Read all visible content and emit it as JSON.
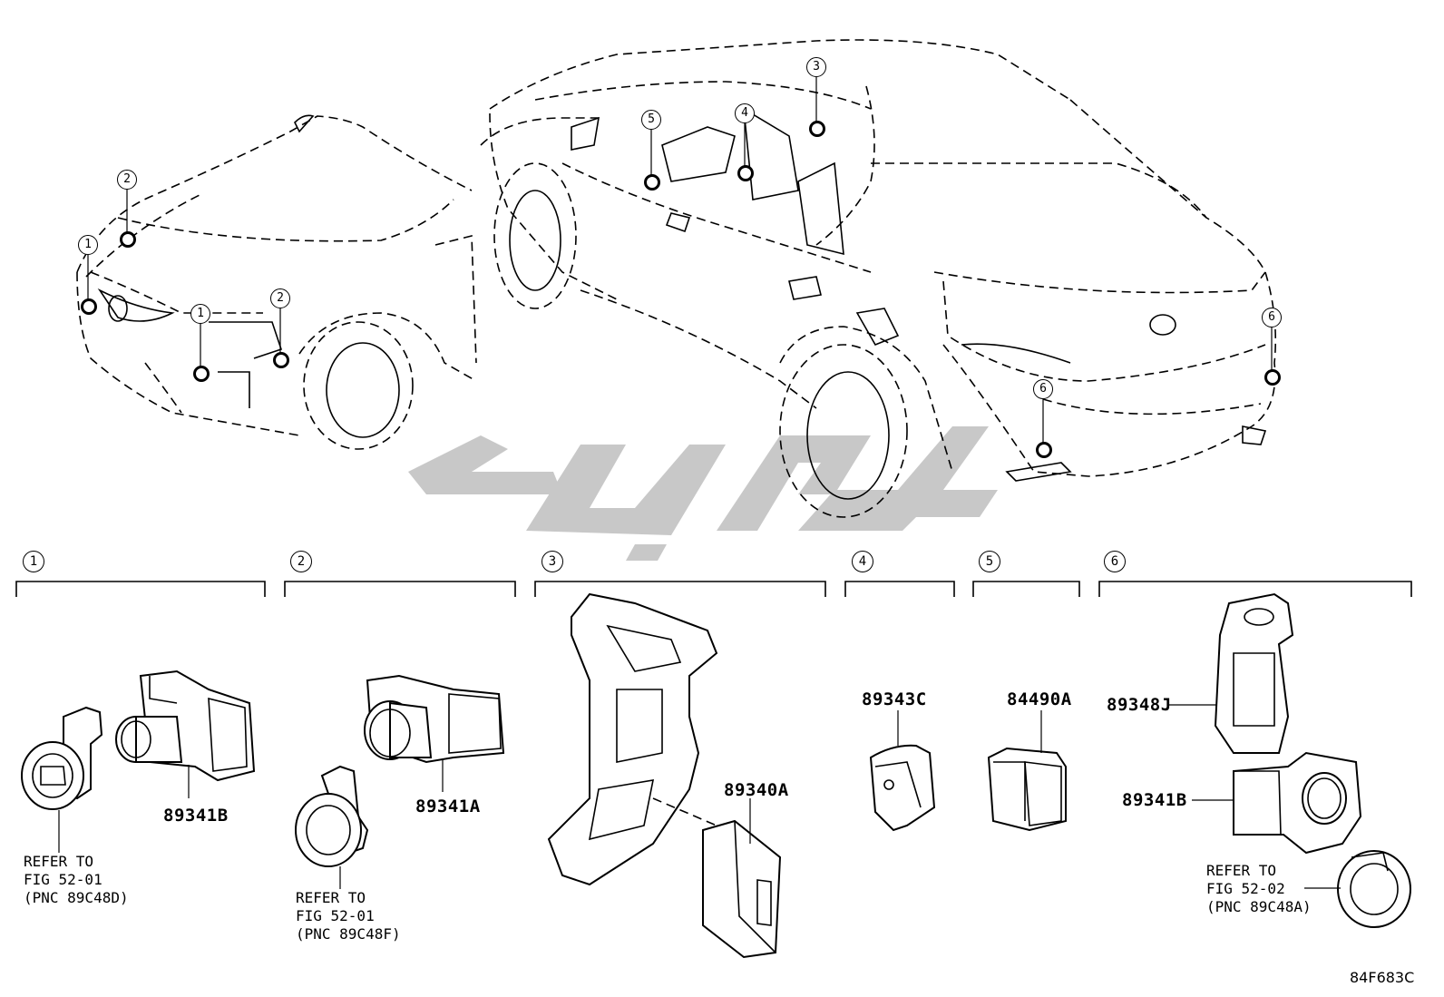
{
  "callouts": {
    "c1": "1",
    "c2": "2",
    "c3": "3",
    "c4": "4",
    "c5": "5",
    "c6": "6"
  },
  "groups": [
    {
      "num": "1"
    },
    {
      "num": "2"
    },
    {
      "num": "3"
    },
    {
      "num": "4"
    },
    {
      "num": "5"
    },
    {
      "num": "6"
    }
  ],
  "parts": {
    "g1_sensor": "89341B",
    "g2_sensor": "89341A",
    "g3_ecu": "89340A",
    "g4_switch": "89343C",
    "g5_switch": "84490A",
    "g6_bracket": "89348J",
    "g6_sensor": "89341B"
  },
  "refs": {
    "g1": [
      "REFER TO",
      "FIG 52-01",
      "(PNC 89C48D)"
    ],
    "g2": [
      "REFER TO",
      "FIG 52-01",
      "(PNC 89C48F)"
    ],
    "g6": [
      "REFER TO",
      "FIG 52-02",
      "(PNC 89C48A)"
    ]
  },
  "drawing_code": "84F683C",
  "colors": {
    "line": "#000000",
    "watermark": "#c8c8c8",
    "background": "#ffffff"
  }
}
